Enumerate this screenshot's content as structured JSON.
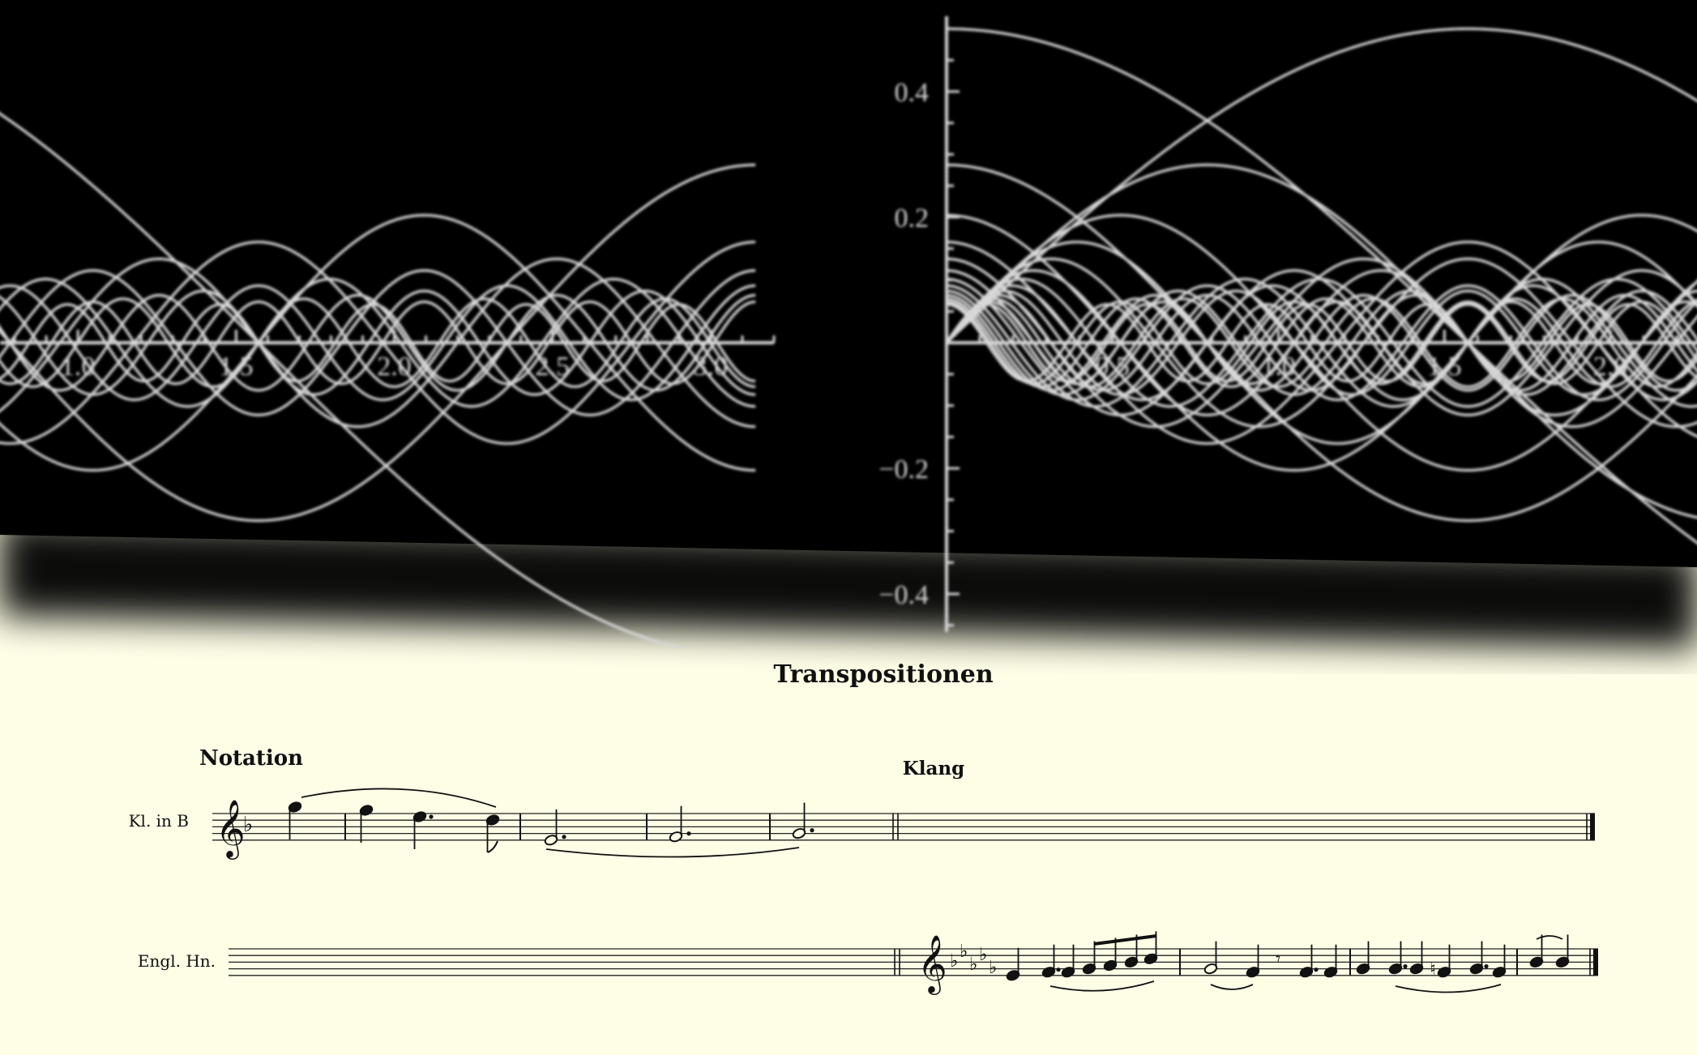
{
  "chart_data": [
    {
      "type": "line",
      "x_tick_labels": [
        "1.0",
        "1.5",
        "2.0",
        "2.5",
        "3.0"
      ],
      "xlim": [
        0.6,
        3.2
      ],
      "ylim": [
        -0.45,
        0.5
      ],
      "series_count": 13,
      "background": "#000000",
      "line_color": "#d8d8d8"
    },
    {
      "type": "line",
      "x_tick_labels": [
        "0.5",
        "1.0",
        "1.5",
        "2.0"
      ],
      "y_tick_labels": [
        "0.4",
        "0.2",
        "-0.2",
        "-0.4"
      ],
      "xlim": [
        0,
        2.3
      ],
      "ylim": [
        -0.45,
        0.5
      ],
      "series_count": 13,
      "background": "#000000",
      "line_color": "#d8d8d8"
    }
  ],
  "score": {
    "title": "Transpositionen",
    "notation_heading": "Notation",
    "klang_heading": "Klang",
    "staff1_label": "Kl. in B",
    "staff2_label": "Engl. Hn."
  },
  "colors": {
    "paper": "#fefde6",
    "ink": "#111111",
    "plot_bg": "#000000",
    "plot_line": "#d8d8d8"
  }
}
